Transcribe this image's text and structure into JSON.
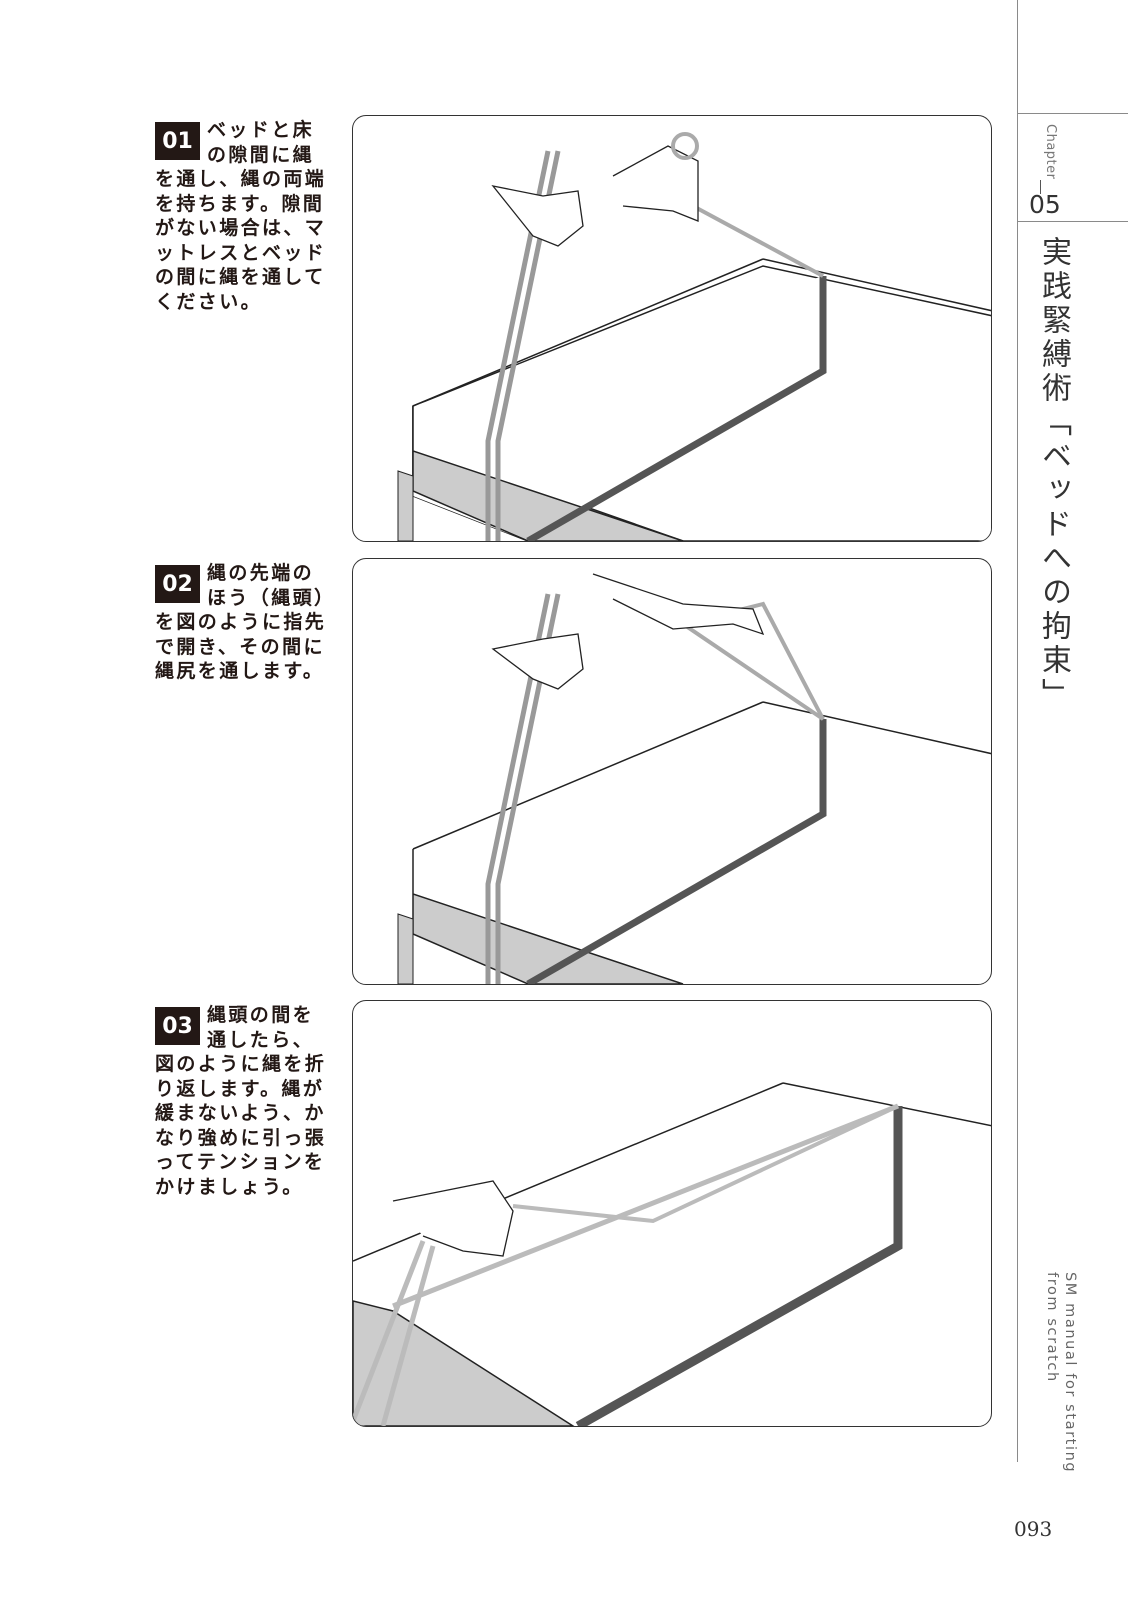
{
  "sidebar": {
    "chapter_label": "Chapter",
    "chapter_number": "05",
    "chapter_title": "実践緊縛術「ベッドへの拘束」",
    "tagline": "SM manual for starting\nfrom scratch"
  },
  "steps": [
    {
      "number": "01",
      "text": "ベッドと床の隙間に縄を通し、縄の両端を持ちます。隙間がない場合は、マットレスとベッドの間に縄を通してください。"
    },
    {
      "number": "02",
      "text": "縄の先端のほう（縄頭）を図のように指先で開き、その間に縄尻を通します。"
    },
    {
      "number": "03",
      "text": "縄頭の間を通したら、図のように縄を折り返します。縄が緩まないよう、かなり強めに引っ張ってテンションをかけましょう。"
    }
  ],
  "page_number": "093"
}
